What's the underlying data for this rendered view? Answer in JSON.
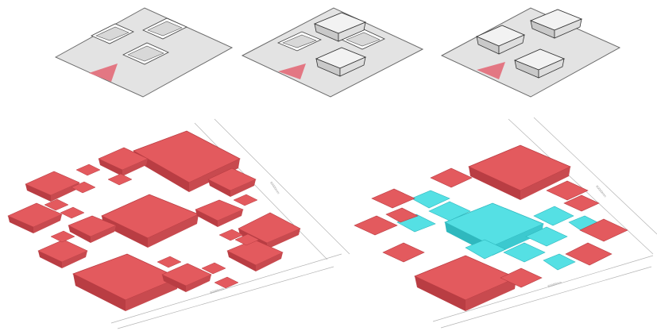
{
  "panels": [
    {
      "id": "slab-recessed",
      "label": ""
    },
    {
      "id": "slab-mixed",
      "label": ""
    },
    {
      "id": "slab-raised",
      "label": ""
    },
    {
      "id": "fractal-grid-red",
      "label": ""
    },
    {
      "id": "fractal-grid-cyan",
      "label": ""
    }
  ],
  "dimensions": {
    "left_long": "60000mm",
    "left_bottom": "60000mm",
    "right_long": "60000mm",
    "right_bottom": "60000mm"
  },
  "colors": {
    "plate": "#e3e3e3",
    "plate_edge": "#6b6b6b",
    "box_top": "#f2f2f2",
    "box_side": "#c9c9c9",
    "marker": "#e37783",
    "block_top": "#e35a5e",
    "block_side": "#b93d43",
    "block_top_cyan": "#55e0e4",
    "block_side_cyan": "#2fb8be",
    "dim_line": "#b4b4b4"
  },
  "icons": [
    "triangle-marker"
  ]
}
